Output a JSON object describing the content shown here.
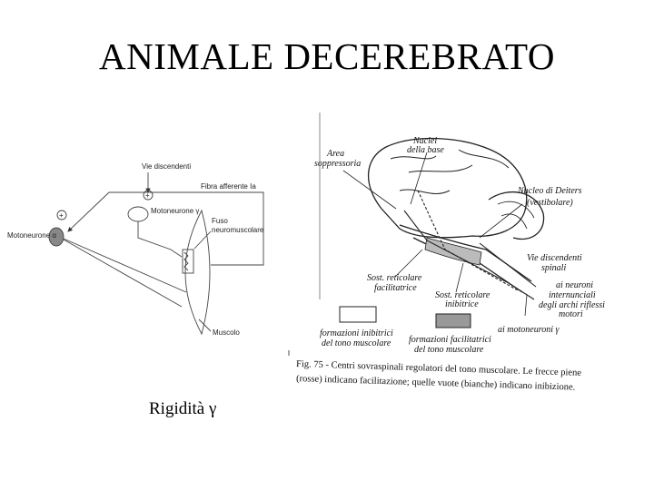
{
  "slide": {
    "title": "ANIMALE DECEREBRATO",
    "subtitle": "Rigidità γ"
  },
  "left_diagram": {
    "labels": {
      "descending": "Vie discendenti",
      "afferent": "Fibra afferente Ia",
      "gamma_mn": "Motoneurone γ",
      "spindle_1": "Fuso",
      "spindle_2": "neuromuscolare",
      "alpha_mn": "Motoneurone α",
      "muscle": "Muscolo",
      "plus_1": "+",
      "plus_2": "+"
    }
  },
  "right_diagram": {
    "labels": {
      "basal_1": "Nuclei",
      "basal_2": "della base",
      "suppressor_1": "Area",
      "suppressor_2": "soppressoria",
      "deiters_1": "Nucleo di Deiters",
      "deiters_2": "(vestibolare)",
      "desc_1": "Vie discendenti",
      "desc_2": "spinali",
      "inter_1": "ai neuroni",
      "inter_2": "internunciali",
      "inter_3": "degli archi riflessi",
      "inter_4": "motori",
      "ret_fac_1": "Sost. reticolare",
      "ret_fac_2": "facilitatrice",
      "ret_inh_1": "Sost. reticolare",
      "ret_inh_2": "inibitrice",
      "gamma_mn": "ai motoneuroni γ",
      "legend_inh_1": "formazioni inibitrici",
      "legend_inh_2": "del tono muscolare",
      "legend_fac_1": "formazioni facilitatrici",
      "legend_fac_2": "del tono muscolare",
      "caption_1": "Fig. 75 - Centri sovraspinali regolatori del tono muscolare. Le frecce piene",
      "caption_2": "(rosse) indicano facilitazione; quelle vuote (bianche) indicano inibizione."
    }
  }
}
